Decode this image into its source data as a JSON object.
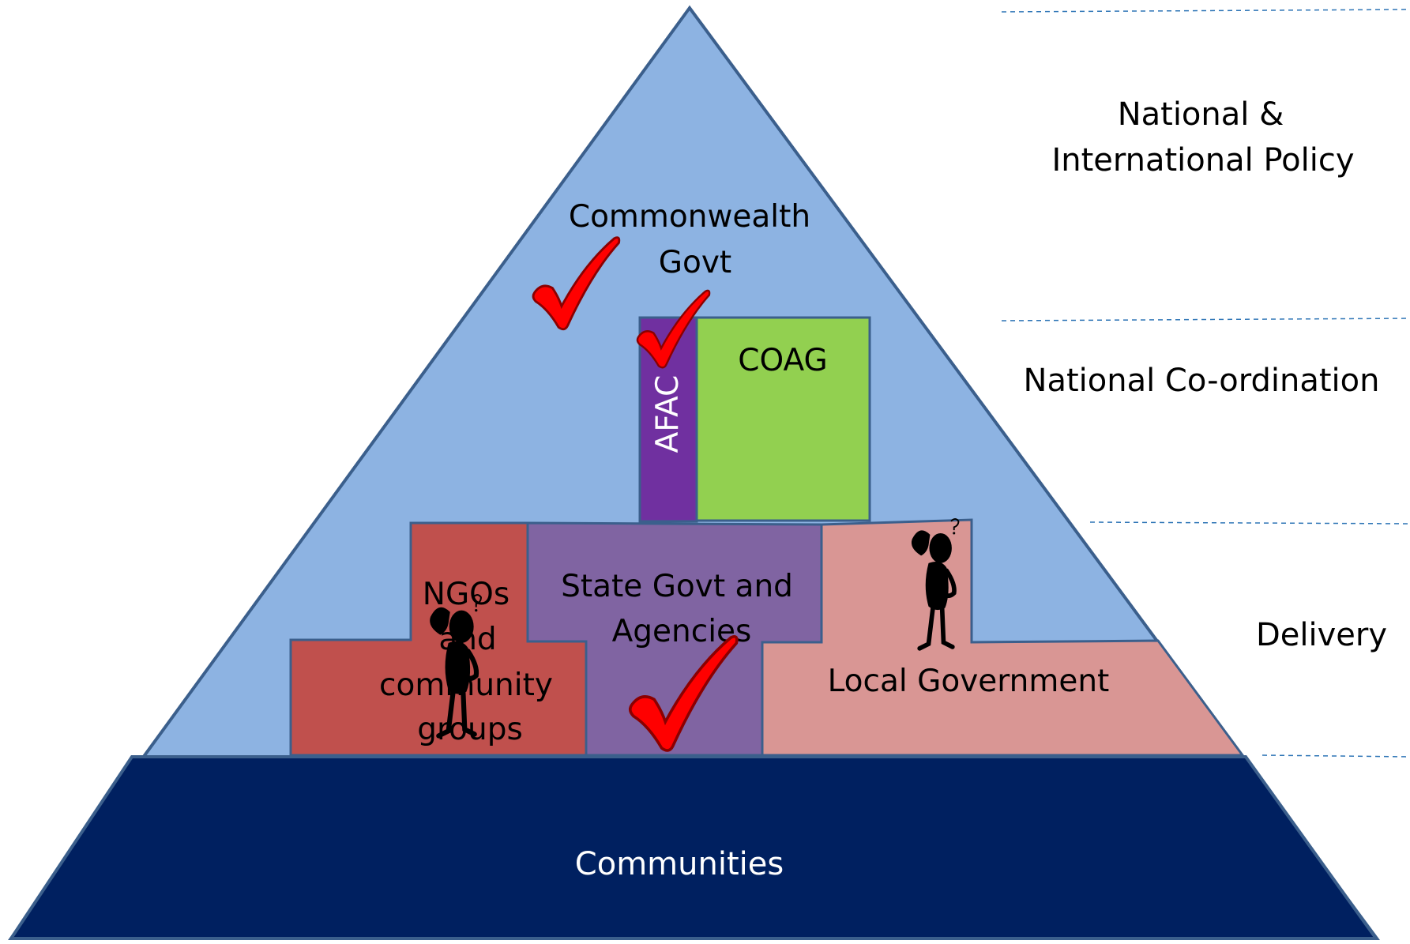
{
  "tiers": {
    "top": "National &",
    "top_line2": "International Policy",
    "middle": "National Co-ordination",
    "delivery": "Delivery"
  },
  "pyramid": {
    "apex_line1": "Commonwealth",
    "apex_line2": "Govt",
    "afac": "AFAC",
    "coag": "COAG",
    "state_line1": "State Govt and",
    "state_line2": "Agencies",
    "ngo_line1": "NGOs",
    "ngo_line2": "and",
    "ngo_line3": "community",
    "ngo_line4": "groups",
    "local": "Local Government",
    "base": "Communities"
  },
  "colors": {
    "pyramid_fill": "#8db3e2",
    "outline": "#3b5f8c",
    "base_fill": "#002060",
    "afac_fill": "#7030a0",
    "coag_fill": "#92d050",
    "state_fill": "#8064a2",
    "ngo_fill": "#c0504d",
    "local_fill": "#d99694",
    "check_red": "#ff0000",
    "divider": "#2e75b6"
  },
  "icons": {
    "check": "check-mark-icon",
    "confused_person": "confused-person-icon"
  }
}
